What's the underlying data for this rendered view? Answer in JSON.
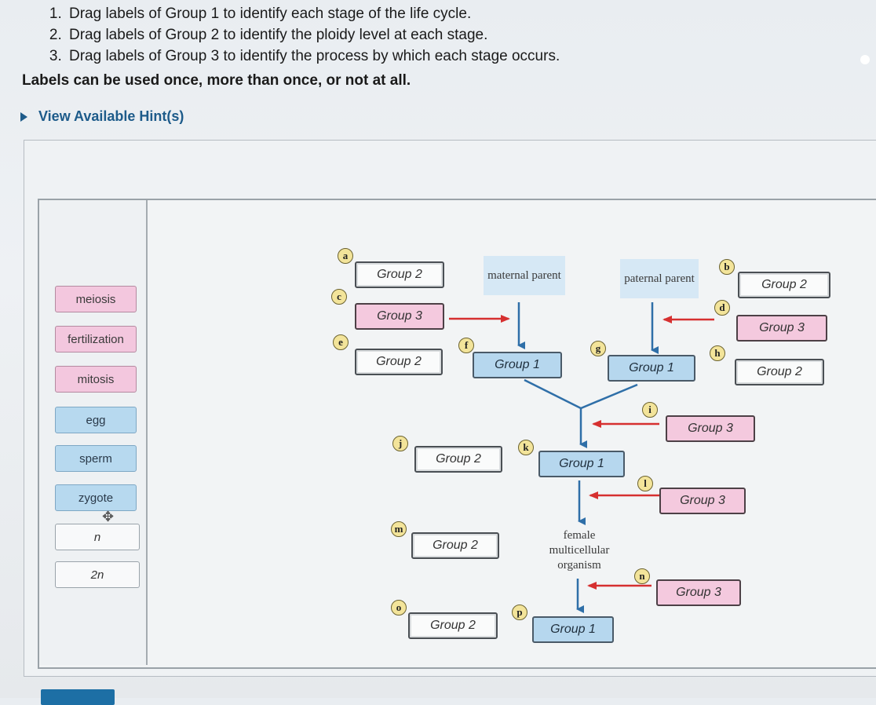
{
  "instructions": [
    "Drag labels of Group 1 to identify each stage of the life cycle.",
    "Drag labels of Group 2 to identify the ploidy level at each stage.",
    "Drag labels of Group 3 to identify the process by which each stage occurs."
  ],
  "note": "Labels can be used once, more than once, or not at all.",
  "hint_link": "View Available Hint(s)",
  "label_bank": {
    "meiosis": "meiosis",
    "fertilization": "fertilization",
    "mitosis": "mitosis",
    "egg": "egg",
    "sperm": "sperm",
    "zygote": "zygote",
    "n": "n",
    "two_n": "2n"
  },
  "diagram": {
    "maternal_parent": "maternal parent",
    "paternal_parent": "paternal parent",
    "female_organism": "female multicellular organism"
  },
  "targets": {
    "a": "Group 2",
    "b": "Group 2",
    "c": "Group 3",
    "d": "Group 3",
    "e": "Group 2",
    "f": "Group 1",
    "g": "Group 1",
    "h": "Group 2",
    "i": "Group 3",
    "j": "Group 2",
    "k": "Group 1",
    "l": "Group 3",
    "m": "Group 2",
    "n": "Group 3",
    "o": "Group 2",
    "p": "Group 1"
  },
  "letters": [
    "a",
    "b",
    "c",
    "d",
    "e",
    "f",
    "g",
    "h",
    "i",
    "j",
    "k",
    "l",
    "m",
    "n",
    "o",
    "p"
  ],
  "colors": {
    "process_label": "#f3c7de",
    "stage_label": "#b7d9ef",
    "arrow_blue": "#2f6fa8",
    "arrow_red": "#d63030",
    "letter_badge": "#f3e49a",
    "link": "#1d5b8a"
  }
}
